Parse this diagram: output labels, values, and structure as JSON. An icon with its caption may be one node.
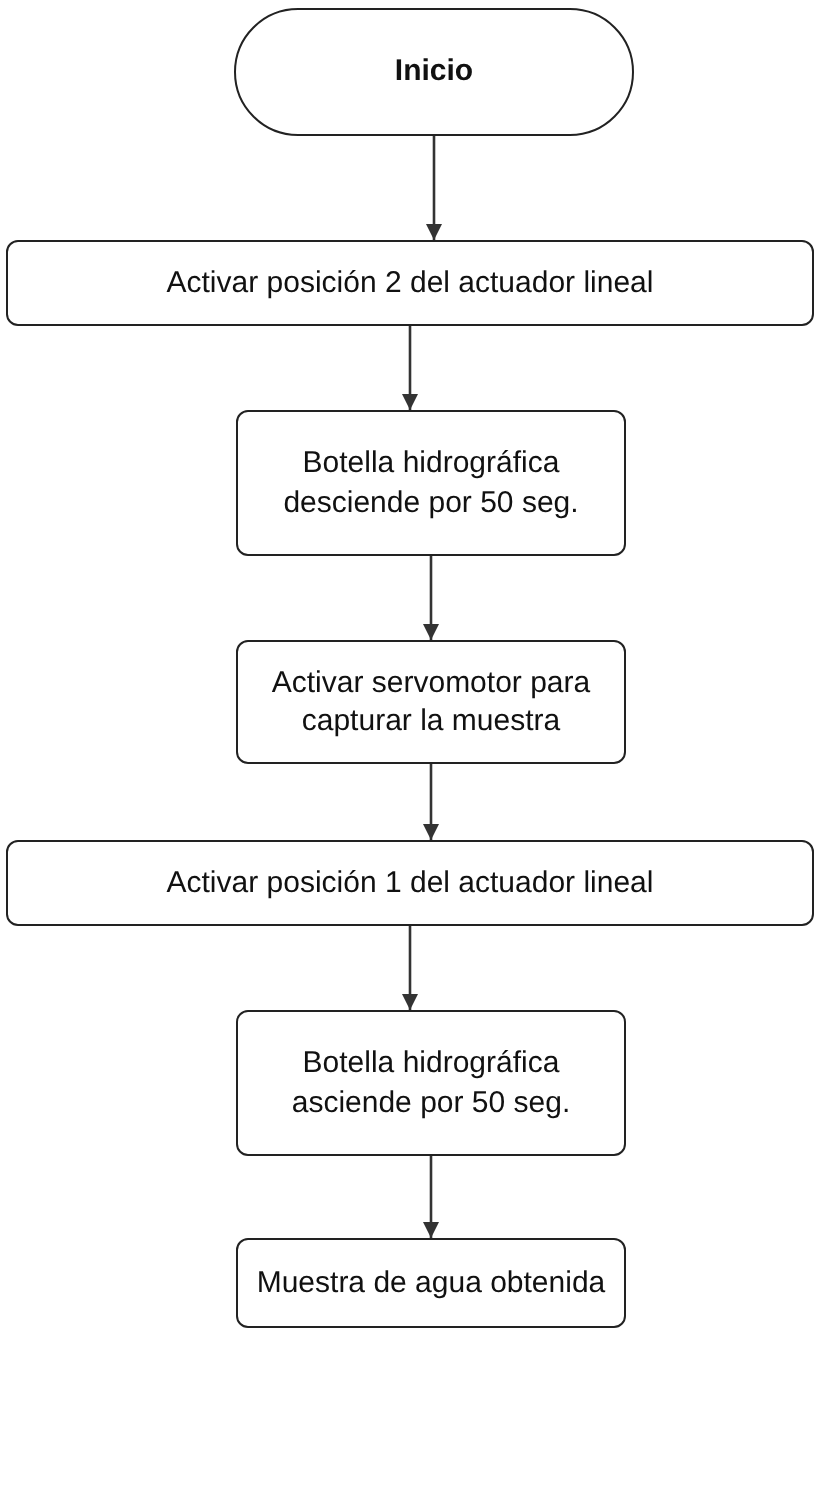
{
  "diagram": {
    "nodes": [
      {
        "text": [
          "Inicio"
        ]
      },
      {
        "text": [
          "Activar posición 2 del actuador lineal"
        ]
      },
      {
        "text": [
          "Botella hidrográfica desciende por 50 seg."
        ]
      },
      {
        "text": [
          "Activar servomotor para capturar la muestra"
        ]
      },
      {
        "text": [
          "Activar posición 1 del actuador lineal"
        ]
      },
      {
        "text": [
          "Botella hidrográfica asciende por 50 seg."
        ]
      },
      {
        "text": [
          "Muestra de agua obtenida"
        ]
      }
    ],
    "edges": [
      {
        "from": 0,
        "to": 1,
        "arrow": "to"
      },
      {
        "from": 1,
        "to": 2,
        "arrow": "to"
      },
      {
        "from": 2,
        "to": 3,
        "arrow": "to"
      },
      {
        "from": 3,
        "to": 4,
        "arrow": "to"
      },
      {
        "from": 4,
        "to": 5,
        "arrow": "to"
      },
      {
        "from": 5,
        "to": 6,
        "arrow": "to"
      }
    ]
  }
}
